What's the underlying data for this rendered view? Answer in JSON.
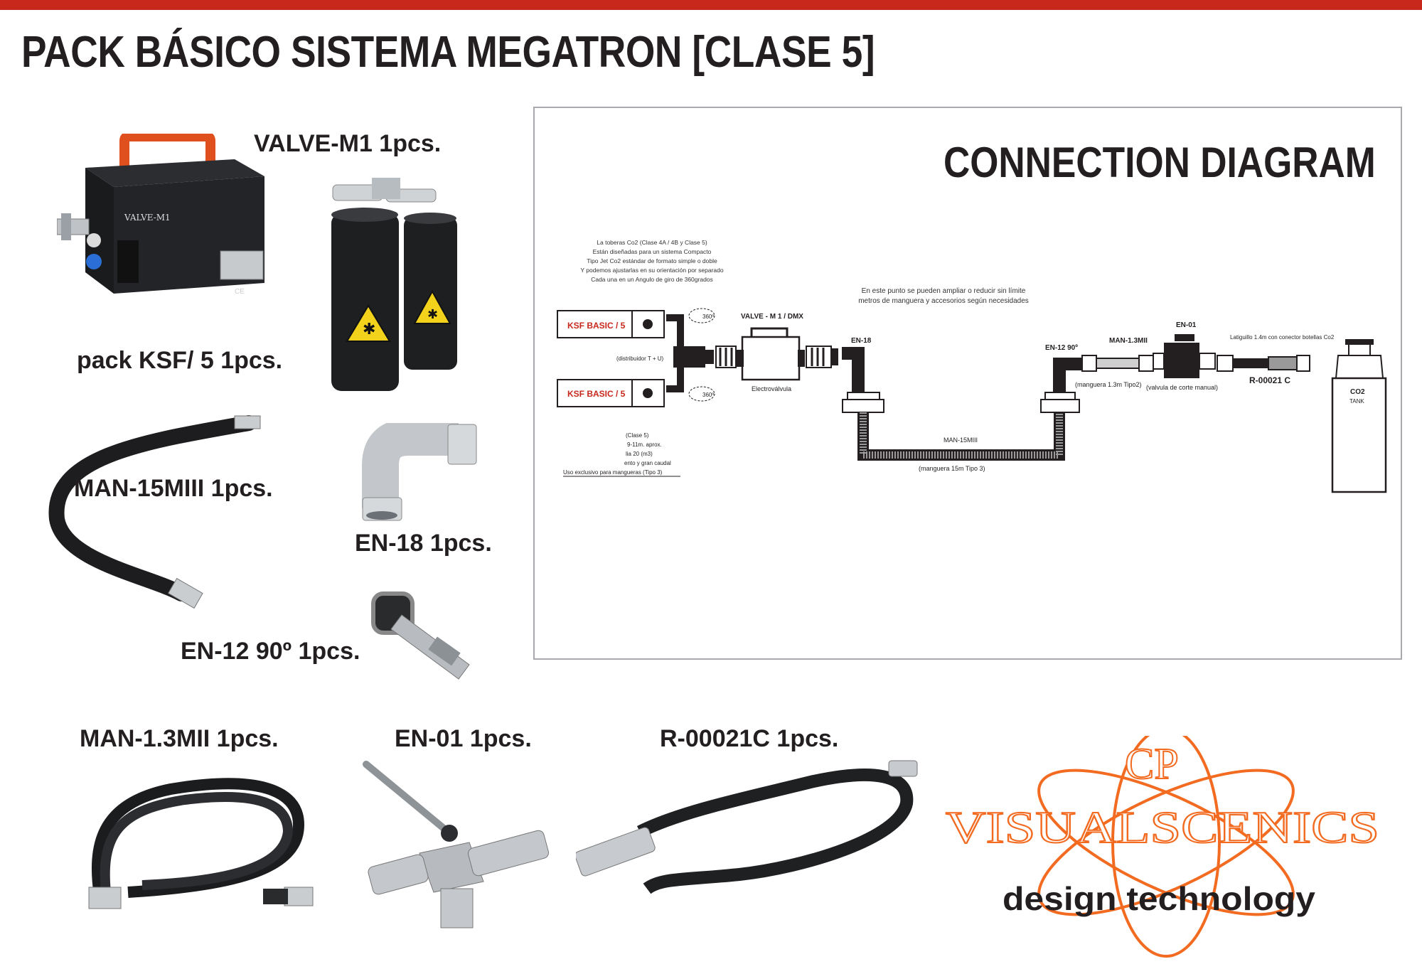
{
  "page": {
    "title": "PACK BÁSICO SISTEMA MEGATRON [CLASE 5]",
    "accent_color": "#c8281c",
    "logo_color": "#f26b21"
  },
  "products": [
    {
      "id": "valve",
      "label": "VALVE-M1  1pcs.",
      "device_text": "VALVE-M1"
    },
    {
      "id": "ksf",
      "label": "pack KSF/ 5  1pcs."
    },
    {
      "id": "man15",
      "label": "MAN-15MIII  1pcs."
    },
    {
      "id": "en18",
      "label": "EN-18  1pcs."
    },
    {
      "id": "en12",
      "label": "EN-12 90º  1pcs."
    },
    {
      "id": "man13",
      "label": "MAN-1.3MII  1pcs."
    },
    {
      "id": "en01",
      "label": "EN-01  1pcs."
    },
    {
      "id": "r00021",
      "label": "R-00021C  1pcs."
    }
  ],
  "diagram": {
    "title": "CONNECTION DIAGRAM",
    "nozzle_note": [
      "La toberas Co2 (Clase 4A / 4B y Clase 5)",
      "Están diseñadas para un sistema Compacto",
      "Tipo Jet Co2 estándar de formato simple o doble",
      "Y podemos ajustarlas en su orientación por separado",
      "Cada una en un Angulo de giro de 360grados"
    ],
    "extend_note": [
      "En este punto se pueden ampliar o reducir sin límite",
      "metros de manguera y accesorios según necesidades"
    ],
    "ksf_top": "KSF BASIC / 5",
    "ksf_bottom": "KSF BASIC / 5",
    "rotation_top": "360º",
    "rotation_bottom": "360º",
    "distributor": "(distribuidor T + U)",
    "valve_label": "VALVE - M 1 / DMX",
    "valve_caption": "Electroválvula",
    "en18": "EN-18",
    "en12": "EN-12  90º",
    "man13": "MAN-1.3MII",
    "man13_caption": "(manguera 1.3m Tipo2)",
    "en01": "EN-01",
    "en01_caption": "(valvula de corte manual)",
    "latiguillo": "Latiguillo 1.4m con conector botellas Co2",
    "r00021": "R-00021 C",
    "tank": [
      "CO2",
      "TANK"
    ],
    "man15": "MAN-15MIII",
    "man15_caption": "(manguera 15m Tipo 3)",
    "clase_note": [
      "(Clase 5)",
      "9-11m. aprox.",
      "lia 20 (m3)",
      "ento y gran caudal"
    ],
    "usage_note": "Uso exclusivo para mangueras (Tipo 3)"
  },
  "logo": {
    "initials": "CP",
    "brand": "VISUALSCENICS",
    "tagline": "design technology"
  }
}
